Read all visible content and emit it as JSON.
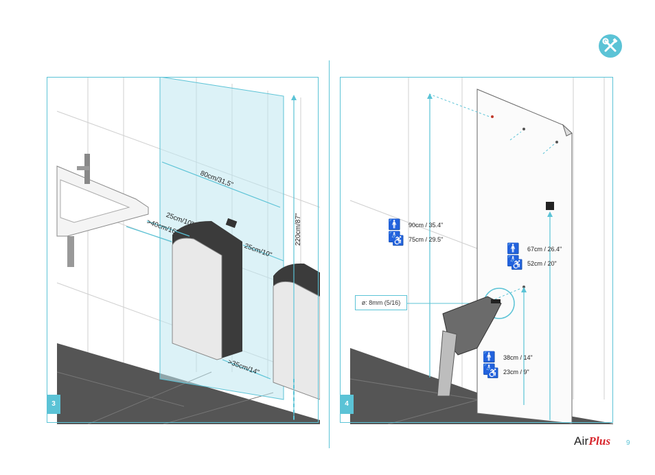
{
  "header": {
    "icon": "tools-icon",
    "accent": "#5bc3d6"
  },
  "panel3": {
    "step": "3",
    "dim_width": "80cm/31,5\"",
    "dim_side_left": "25cm/10\"",
    "dim_sink": ">40cm/16\"",
    "dim_side_right": "25cm/10\"",
    "dim_height": "220cm/87\"",
    "dim_floor_gap": ">35cm/14\""
  },
  "panel4": {
    "step": "4",
    "drill_bit": "ø: 8mm (5/16)",
    "mount_heights": [
      {
        "icon": "men-women-icon",
        "label": "90cm / 35.4\""
      },
      {
        "icon": "wheelchair-icon",
        "label": "75cm / 29.5\""
      }
    ],
    "fixing_heights": [
      {
        "icon": "men-women-icon",
        "label": "67cm / 26.4\""
      },
      {
        "icon": "wheelchair-icon",
        "label": "52cm / 20\""
      }
    ],
    "lower_heights": [
      {
        "icon": "men-women-icon",
        "label": "38cm / 14\""
      },
      {
        "icon": "wheelchair-icon",
        "label": "23cm / 9\""
      }
    ]
  },
  "footer": {
    "brand_air": "Air",
    "brand_plus": "Plus",
    "page": "9",
    "brand_color": "#d8262d"
  }
}
